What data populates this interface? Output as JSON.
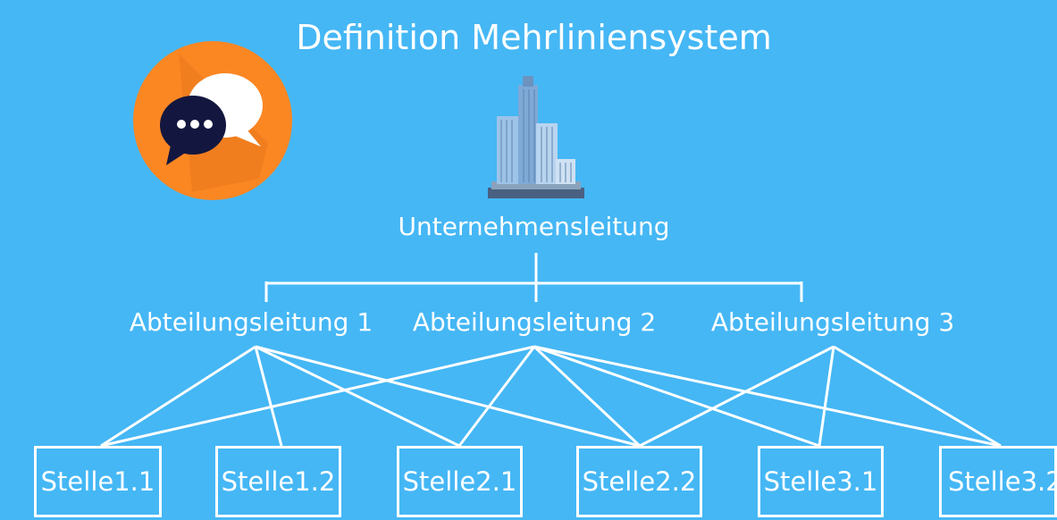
{
  "title": "Definition Mehrliniensystem",
  "root": {
    "label": "Unternehmensleitung"
  },
  "departments": [
    {
      "label": "Abteilungsleitung 1"
    },
    {
      "label": "Abteilungsleitung 2"
    },
    {
      "label": "Abteilungsleitung 3"
    }
  ],
  "positions": [
    {
      "label": "Stelle1.1"
    },
    {
      "label": "Stelle1.2"
    },
    {
      "label": "Stelle2.1"
    },
    {
      "label": "Stelle2.2"
    },
    {
      "label": "Stelle3.1"
    },
    {
      "label": "Stelle3.2"
    }
  ],
  "connections": [
    {
      "from": "Abteilungsleitung 1",
      "to": [
        "Stelle1.1",
        "Stelle1.2",
        "Stelle2.1",
        "Stelle2.2"
      ]
    },
    {
      "from": "Abteilungsleitung 2",
      "to": [
        "Stelle1.1",
        "Stelle2.1",
        "Stelle2.2",
        "Stelle3.1",
        "Stelle3.2"
      ]
    },
    {
      "from": "Abteilungsleitung 3",
      "to": [
        "Stelle2.2",
        "Stelle3.1",
        "Stelle3.2"
      ]
    }
  ],
  "colors": {
    "background": "#45b7f5",
    "lines": "#ffffff",
    "chat_circle": "#fb8723",
    "chat_bubble_dark": "#13173f"
  },
  "icons": {
    "chat": "chat-bubbles-icon",
    "building": "office-buildings-icon"
  }
}
